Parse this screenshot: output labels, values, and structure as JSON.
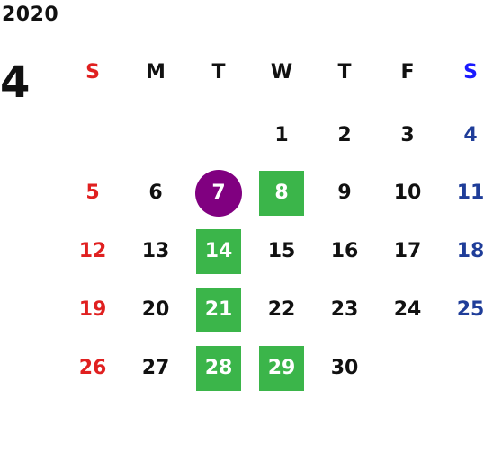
{
  "calendar": {
    "year": "2020",
    "month": "4",
    "weekdays": [
      "S",
      "M",
      "T",
      "W",
      "T",
      "F",
      "S"
    ],
    "weeks": [
      [
        "",
        "",
        "",
        "1",
        "2",
        "3",
        "4"
      ],
      [
        "5",
        "6",
        "7",
        "8",
        "9",
        "10",
        "11"
      ],
      [
        "12",
        "13",
        "14",
        "15",
        "16",
        "17",
        "18"
      ],
      [
        "19",
        "20",
        "21",
        "22",
        "23",
        "24",
        "25"
      ],
      [
        "26",
        "27",
        "28",
        "29",
        "30",
        "",
        ""
      ]
    ],
    "highlighted_days": [
      "8",
      "14",
      "21",
      "28",
      "29"
    ],
    "today": "7"
  },
  "colors": {
    "sunday": "#e02020",
    "saturday": "#1f3d99",
    "saturday_header": "#1a1aff",
    "highlight_box": "#3bb54a",
    "today_circle": "#800080",
    "text": "#111111"
  }
}
